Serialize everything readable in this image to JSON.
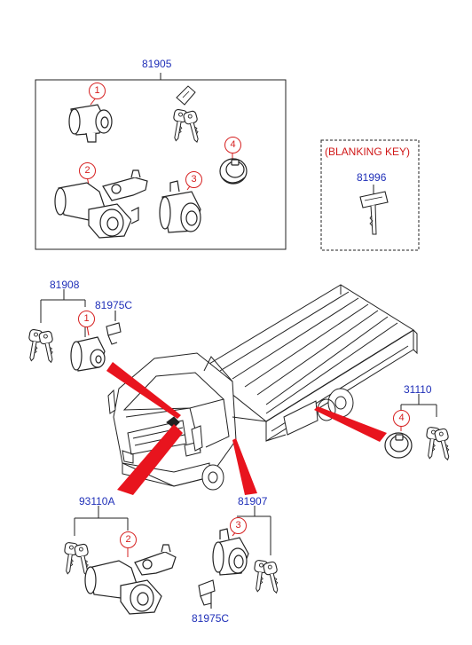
{
  "parts": {
    "kit_set": "81905",
    "blanking_title": "(BLANKING KEY)",
    "blanking_key": "81996",
    "lock_set_door": "81908",
    "clip_a": "81975C",
    "fuel_cap_set": "31110",
    "ignition_set": "93110A",
    "lock_set_b": "81907",
    "clip_b": "81975C"
  },
  "callouts": {
    "top_1": "1",
    "top_2": "2",
    "top_3": "3",
    "top_4": "4",
    "mid_1": "1",
    "right_4": "4",
    "bottom_2": "2",
    "bottom_3": "3"
  },
  "colors": {
    "part_number": "#1f2fb8",
    "callout": "#d62020",
    "leader_arrow": "#e8141e",
    "line_art": "#222222"
  }
}
